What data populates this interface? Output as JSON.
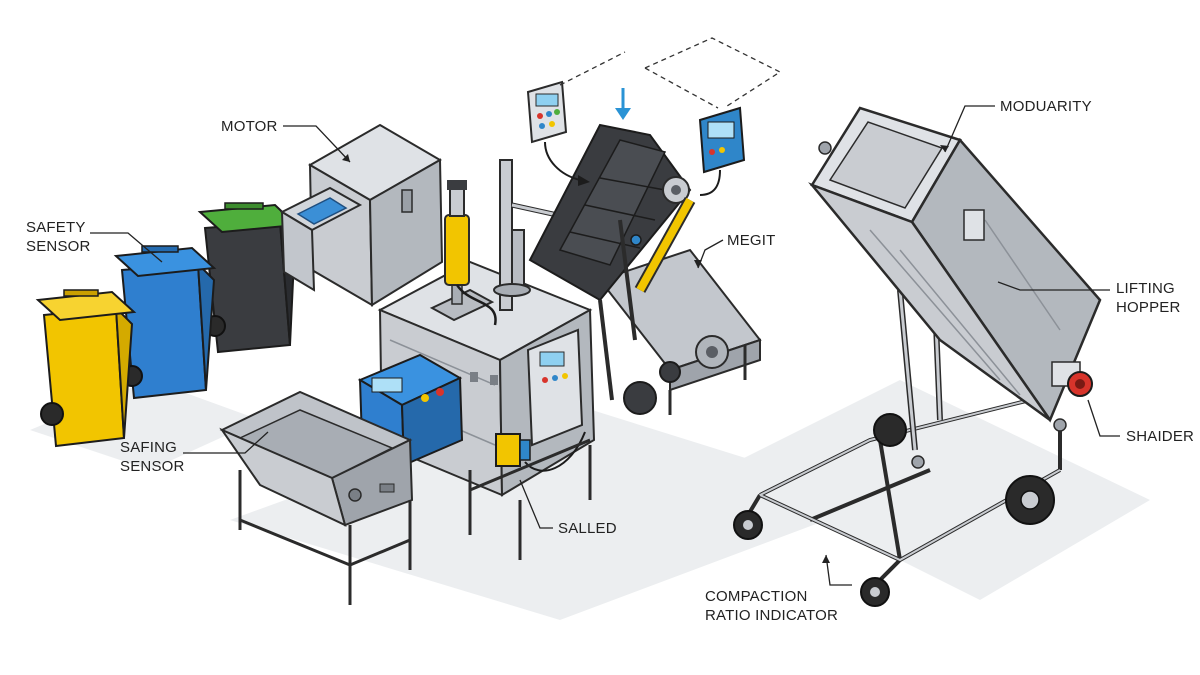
{
  "labels": {
    "motor": "MOTOR",
    "safety_sensor": [
      "SAFETY",
      "SENSOR"
    ],
    "megit": "MEGIT",
    "safing_sensor": [
      "SAFING",
      "SENSOR"
    ],
    "salled": "SALLED",
    "moduarity": "MODUARITY",
    "lifting_hopper": [
      "LIFTING",
      "HOPPER"
    ],
    "shaider": "SHAIDER",
    "compaction_ratio_indicator": [
      "COMPACTION",
      "RATIO INDICATOR"
    ]
  },
  "colors": {
    "steel": "#c9ccd1",
    "steel_dark": "#9fa4ab",
    "outline": "#2b2b2b",
    "bin_yellow": "#f2c500",
    "bin_blue": "#2f7fcf",
    "bin_black": "#3a3c40",
    "lid_green": "#4fae3c",
    "panel_blue": "#2f86c9",
    "accent_red": "#d8342b",
    "arrow_blue": "#2a93d5",
    "shadow": "#e9eaec"
  }
}
